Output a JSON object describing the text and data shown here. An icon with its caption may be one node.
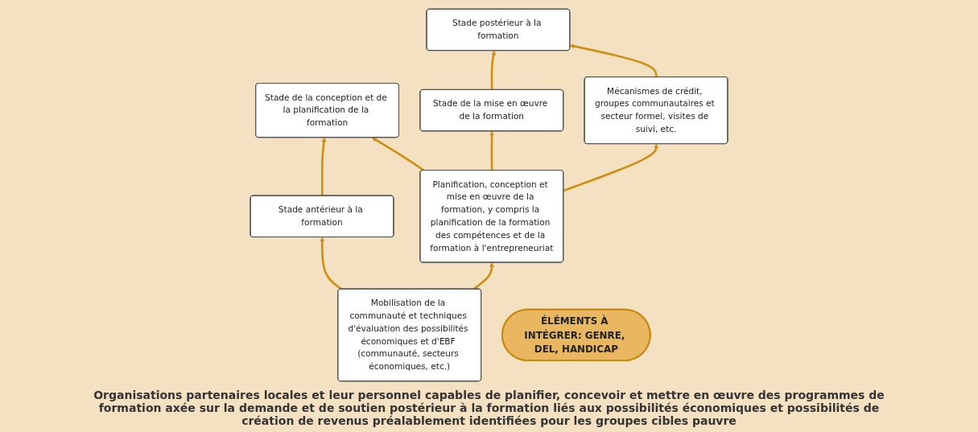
{
  "diagram": {
    "nodes": [
      {
        "text": [
          "Stade antérieur à la formation"
        ]
      },
      {
        "text": [
          "Stade de la conception et de la planification de la formation"
        ]
      },
      {
        "text": [
          "Stade de la mise en œuvre de la formation"
        ]
      },
      {
        "text": [
          "Stade postérieur à la formation"
        ]
      },
      {
        "text": [
          "Mobilisation de la communauté et techniques d'évaluation des possibilités économiques et d'EBF (communauté, secteurs économiques, etc.)"
        ]
      },
      {
        "text": [
          "Planification, conception et mise en œuvre de la formation, y compris la planification de la formation des compétences et de la formation à l'entrepreneuriat"
        ]
      },
      {
        "text": [
          "Mécanismes de crédit, groupes communautaires et secteur formel, visites de suivi, etc."
        ]
      },
      {
        "text": [
          "ÉLÉMENTS À INTÉGRER: GENRE, DEL, HANDICAP"
        ]
      }
    ],
    "edges": [
      {
        "from": 0,
        "to": 1,
        "arrow": "to"
      },
      {
        "from": 2,
        "to": 3,
        "arrow": "to"
      },
      {
        "from": 4,
        "to": 0,
        "arrow": "to"
      },
      {
        "from": 5,
        "to": 1,
        "arrow": "to"
      },
      {
        "from": 5,
        "to": 2,
        "arrow": "to"
      },
      {
        "from": 6,
        "to": 3,
        "arrow": "to"
      },
      {
        "from": 4,
        "to": 5,
        "arrow": "to"
      },
      {
        "from": 5,
        "to": 6,
        "arrow": "to"
      }
    ],
    "labels": [
      "Organisations partenaires locales et leur personnel capables de planifier, concevoir et mettre en œuvre des programmes de formation axée sur la demande et de soutien postérieur à la formation liés aux possibilités économiques et possibilités de création de revenus préalablement identifiées pour les groupes cibles pauvre"
    ]
  }
}
